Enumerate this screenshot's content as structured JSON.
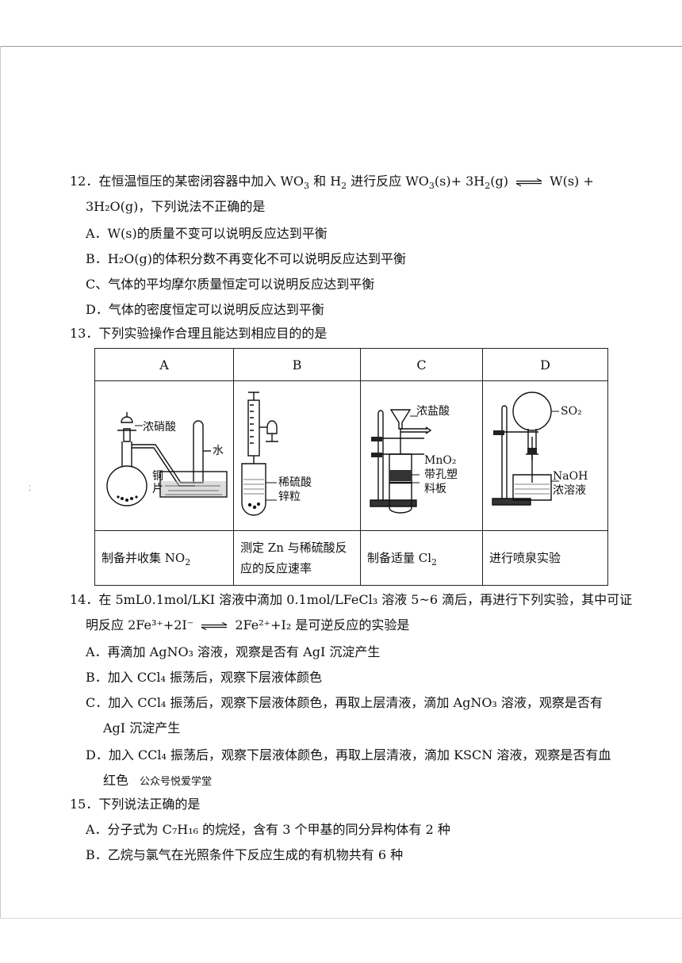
{
  "q12": {
    "stem_line1_pre": "12．在恒温恒压的某密闭容器中加入 WO",
    "stem_line1_mid1": " 和 H",
    "stem_line1_mid2": " 进行反应 WO",
    "stem_line1_mid3": "(s)+ 3H",
    "stem_line1_mid4": "(g)",
    "stem_line1_end": "W(s) +",
    "stem_line2": "3H₂O(g)，下列说法不正确的是",
    "options": [
      "A．W(s)的质量不变可以说明反应达到平衡",
      "B．H₂O(g)的体积分数不再变化不可以说明反应达到平衡",
      "C、气体的平均摩尔质量恒定可以说明反应达到平衡",
      "D．气体的密度恒定可以说明反应达到平衡"
    ]
  },
  "q13": {
    "stem": "13．下列实验操作合理且能达到相应目的的是",
    "headers": [
      "A",
      "B",
      "C",
      "D"
    ],
    "labels": {
      "a_acid": "浓硝酸",
      "a_water": "水",
      "a_cu1": "铜",
      "a_cu2": "片",
      "b_acid": "稀硫酸",
      "b_zn": "锌粒",
      "c_acid": "浓盐酸",
      "c_mno2": "MnO₂",
      "c_plate1": "带孔塑",
      "c_plate2": "料板",
      "d_so2": "SO₂",
      "d_naoh1": "NaOH",
      "d_naoh2": "浓溶液"
    },
    "captions": {
      "a_pre": "制备并收集 NO",
      "b": "测定 Zn 与稀硫酸反应的反应速率",
      "c_pre": "制备适量 Cl",
      "d": "进行喷泉实验"
    }
  },
  "q14": {
    "stem_line1": "14．在 5mL0.1mol/LKI 溶液中滴加 0.1mol/LFeCl₃ 溶液 5~6 滴后，再进行下列实验，其中可证",
    "stem_line2_pre": "明反应 2Fe³⁺+2I⁻",
    "stem_line2_post": "2Fe²⁺+I₂ 是可逆反应的实验是",
    "options": [
      "A．再滴加 AgNO₃ 溶液，观察是否有 AgI 沉淀产生",
      "B．加入 CCl₄ 振荡后，观察下层液体颜色",
      "C．加入 CCl₄ 振荡后，观察下层液体颜色，再取上层清液，滴加 AgNO₃ 溶液，观察是否有",
      "AgI 沉淀产生",
      "D．加入 CCl₄ 振荡后，观察下层液体颜色，再取上层清液，滴加 KSCN 溶液，观察是否有血",
      "红色"
    ],
    "watermark": "公众号悦爱学堂"
  },
  "q15": {
    "stem": "15．下列说法正确的是",
    "options": [
      "A．分子式为 C₇H₁₆ 的烷烃，含有 3 个甲基的同分异构体有 2 种",
      "B．乙烷与氯气在光照条件下反应生成的有机物共有 6 种"
    ]
  },
  "sub": {
    "three": "3",
    "two": "2"
  },
  "side_mark": "⁚"
}
